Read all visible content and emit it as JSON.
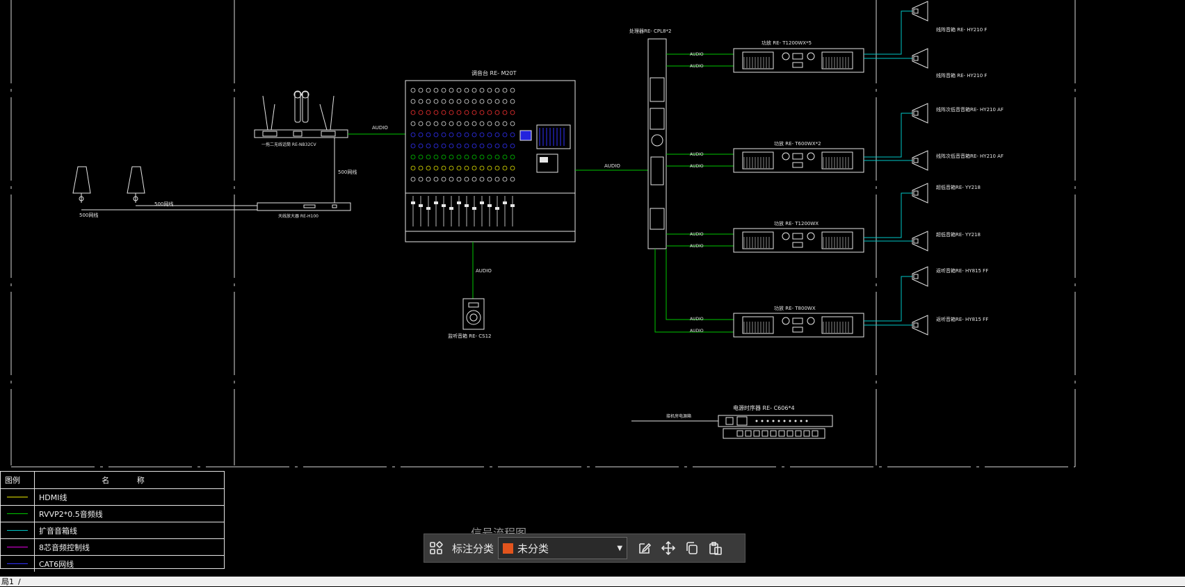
{
  "diagram": {
    "bottom_title": "信号流程图",
    "devices": {
      "mixer": "调音台 RE- M20T",
      "processor": "处理器RE- CPL8*2",
      "mic_receiver": "一拖二无线话筒 RE-NB32CV",
      "antenna_amp": "天线放大器 RE-H100",
      "monitor": "监听音箱 RE- CS12",
      "amp1": "功放 RE- T1200WX*5",
      "amp2": "功放 RE- T600WX*2",
      "amp3": "功放 RE- T1200WX",
      "amp4": "功放 RE- T800WX",
      "sequencer": "电源时序器 RE- C606*4",
      "sequencer_in": "接机房电源箱"
    },
    "speakers": [
      "线阵音箱 RE- HY210 F",
      "线阵音箱 RE- HY210 F",
      "线阵次低音音箱RE- HY210 AF",
      "线阵次低音音箱RE- HY210 AF",
      "超低音箱RE- YY218",
      "超低音箱RE- YY218",
      "返听音箱RE- HY815 FF",
      "返听音箱RE- HY815 FF"
    ],
    "line_labels": {
      "audio": "AUDIO",
      "cable_500_1": "500网线",
      "cable_500_2": "500网线",
      "cable_500_3": "500网线"
    }
  },
  "legend": {
    "header_symbol": "图例",
    "header_name": "名 称",
    "rows": [
      {
        "label": "HDMI线",
        "color": "#e6e600"
      },
      {
        "label": "RVVP2*0.5音频线",
        "color": "#00c800"
      },
      {
        "label": "扩音音箱线",
        "color": "#00c8c8"
      },
      {
        "label": "8芯音频控制线",
        "color": "#e600e6"
      },
      {
        "label": "CAT6网线",
        "color": "#3232ff"
      }
    ]
  },
  "toolbar": {
    "category_label": "标注分类",
    "selected_category": "未分类",
    "selected_color": "#e2541d"
  },
  "statusbar": {
    "layout_tab": "局1"
  }
}
